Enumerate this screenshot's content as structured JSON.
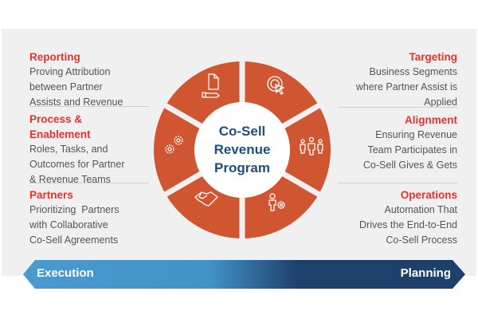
{
  "center_title": [
    "Co-Sell",
    "Revenue",
    "Program"
  ],
  "left": [
    {
      "title": "Reporting",
      "lines": [
        "Proving Attribution",
        "between Partner",
        "Assists and Revenue"
      ],
      "icon": "document-hand-icon"
    },
    {
      "title": "Process & Enablement",
      "title_lines": [
        "Process &",
        "Enablement"
      ],
      "lines": [
        "Roles, Tasks, and",
        "Outcomes for Partner",
        "& Revenue Teams"
      ],
      "icon": "gears-icon"
    },
    {
      "title": "Partners",
      "lines": [
        "Prioritizing  Partners",
        "with Collaborative",
        "Co-Sell Agreements"
      ],
      "icon": "handshake-icon"
    }
  ],
  "right": [
    {
      "title": "Targeting",
      "lines": [
        "Business Segments",
        "where Partner Assist is",
        "Applied"
      ],
      "icon": "target-cursor-icon"
    },
    {
      "title": "Alignment",
      "lines": [
        "Ensuring Revenue",
        "Team Participates in",
        "Co-Sell Gives & Gets"
      ],
      "icon": "team-icon"
    },
    {
      "title": "Operations",
      "lines": [
        "Automation That",
        "Drives the End-to-End",
        "Co-Sell Process"
      ],
      "icon": "person-gear-icon"
    }
  ],
  "arrow": {
    "left_label": "Execution",
    "right_label": "Planning"
  },
  "colors": {
    "segment": "#d05632",
    "title": "#e8322c",
    "center_text": "#1f4e79",
    "arrow_light": "#4a9ad0",
    "arrow_dark": "#1e416b",
    "background": "#f0f0f0"
  }
}
